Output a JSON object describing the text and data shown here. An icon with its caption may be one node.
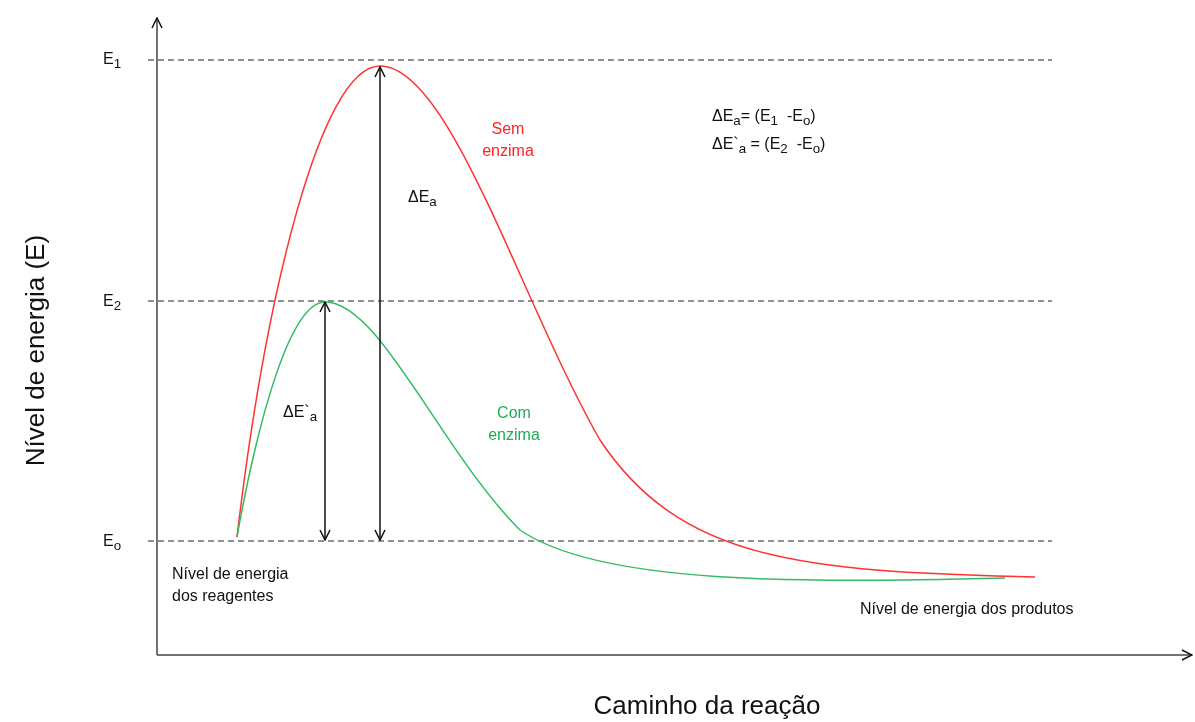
{
  "diagram": {
    "labels": [
      "E$_{1}$",
      "ΔE$_{a}$= (E$_{1}$  -E$_{o}$)",
      "ΔE`$_{a}$ = (E$_{2}$  -E$_{o}$)",
      "Sem enzima",
      "ΔE$_{a}$",
      "E$_{2}$",
      "ΔE`$_{a}$",
      "Com enzima",
      "E$_{o}$",
      "Nível de energia dos reagentes",
      "Nível de energia dos produtos",
      "Nível de energia (E)",
      "Caminho da reação"
    ]
  }
}
